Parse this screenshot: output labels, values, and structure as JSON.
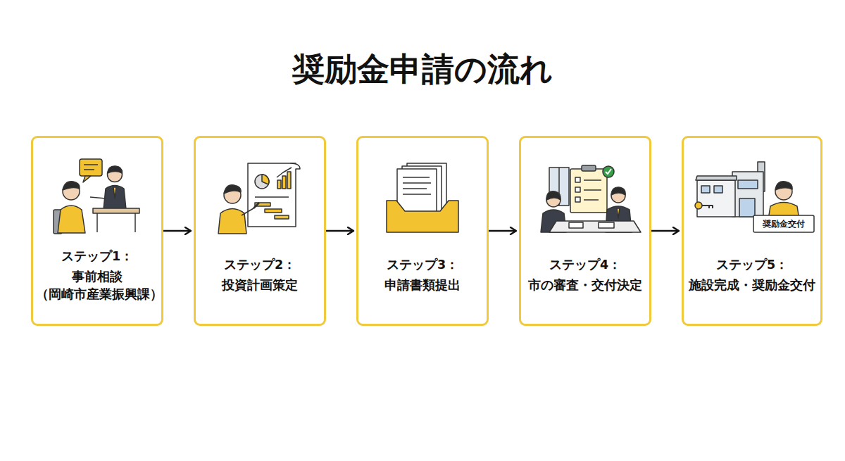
{
  "diagram": {
    "title": "奨励金申請の流れ",
    "nodes": [
      {
        "text": [
          "ステップ1：",
          "事前相談 （岡崎市産業振興課）"
        ]
      },
      {
        "text": [
          "ステップ2：",
          "投資計画策定"
        ]
      },
      {
        "text": [
          "ステップ3：",
          "申請書類提出"
        ]
      },
      {
        "text": [
          "ステップ4：",
          "市の審査・交付決定"
        ]
      },
      {
        "text": [
          "ステップ5：",
          "施設完成・奨励金交付"
        ]
      }
    ],
    "edges": [
      {
        "from": 0,
        "to": 1,
        "arrow": "to"
      },
      {
        "from": 1,
        "to": 2,
        "arrow": "to"
      },
      {
        "from": 2,
        "to": 3,
        "arrow": "to"
      },
      {
        "from": 3,
        "to": 4,
        "arrow": "to"
      }
    ],
    "labels": [
      "奨励金交付"
    ]
  }
}
